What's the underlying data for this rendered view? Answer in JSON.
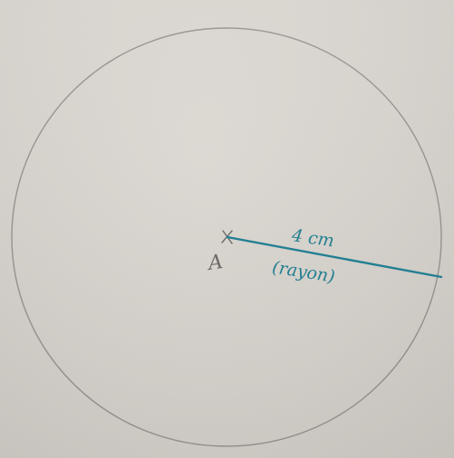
{
  "point": {
    "label": "A"
  },
  "radius": {
    "measure_label": "4 cm",
    "name_label": "(rayon)"
  },
  "colors": {
    "paper": "#d7d3cd",
    "pencil": "#8a8885",
    "ink": "#1e7f93"
  }
}
